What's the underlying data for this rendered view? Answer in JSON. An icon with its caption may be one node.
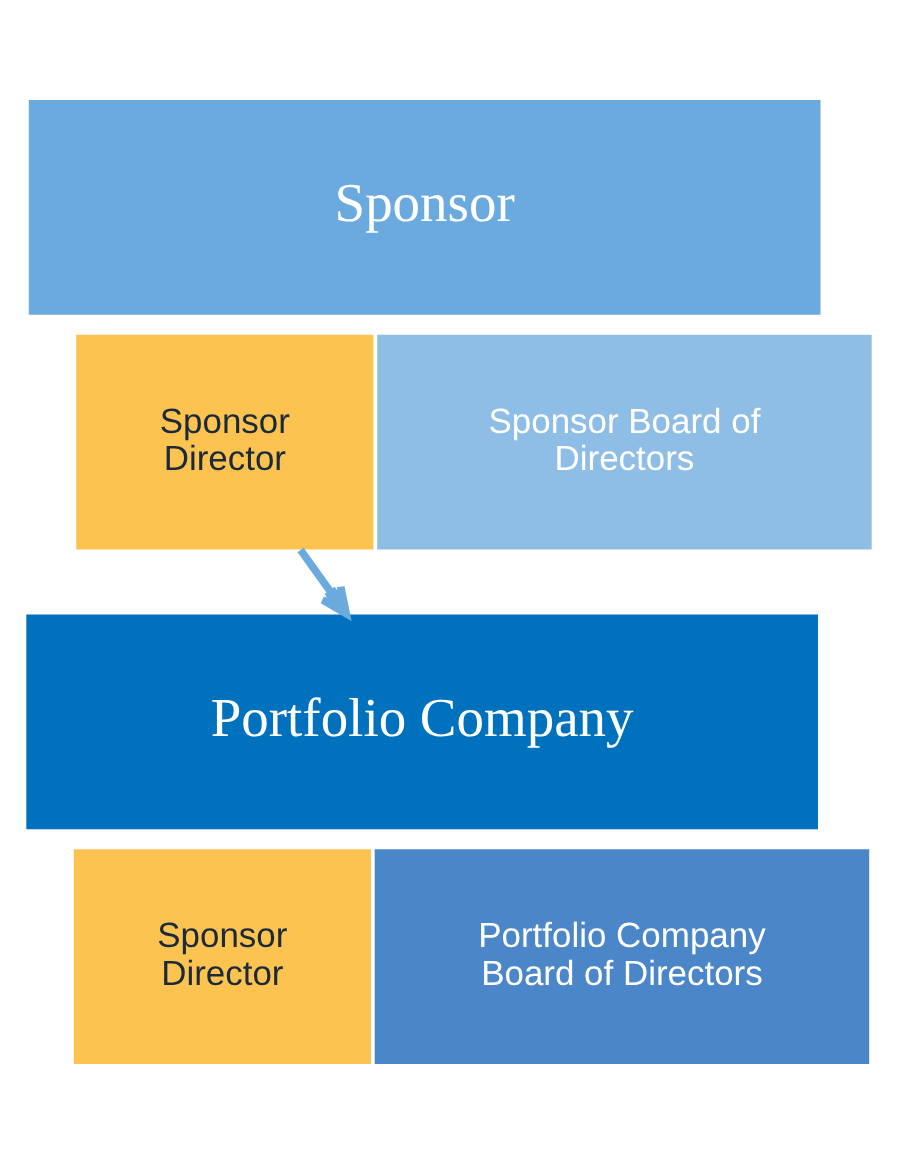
{
  "diagram": {
    "nodes": [
      {
        "text": [
          "Sponsor"
        ]
      },
      {
        "text": [
          "Sponsor Director"
        ]
      },
      {
        "text": [
          "Sponsor Board of Directors"
        ]
      },
      {
        "text": [
          "Portfolio Company"
        ]
      },
      {
        "text": [
          "Sponsor Director"
        ]
      },
      {
        "text": [
          "Portfolio Company Board of Directors"
        ]
      }
    ],
    "edges": [
      {
        "from": 1,
        "to": 3,
        "arrow": "to"
      }
    ]
  }
}
